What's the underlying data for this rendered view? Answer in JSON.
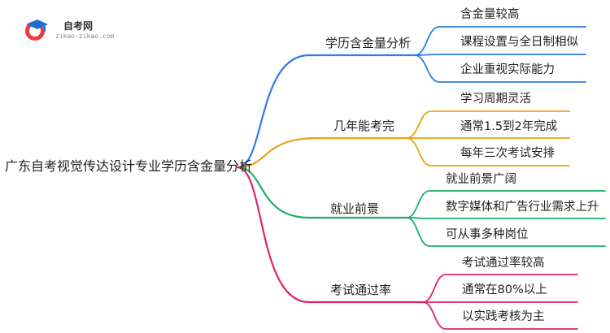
{
  "logo": {
    "title": "自考网",
    "subtitle": "zikao-zikao.com"
  },
  "mindmap": {
    "root": "广东自考视觉传达设计专业学历含金量分析",
    "branches": [
      {
        "label": "学历含金量分析",
        "color": "#2e7de0",
        "children": [
          "含金量较高",
          "课程设置与全日制相似",
          "企业重视实际能力"
        ]
      },
      {
        "label": "几年能考完",
        "color": "#e8a317",
        "children": [
          "学习周期灵活",
          "通常1.5到2年完成",
          "每年三次考试安排"
        ]
      },
      {
        "label": "就业前景",
        "color": "#1aae6a",
        "children": [
          "就业前景广阔",
          "数字媒体和广告行业需求上升",
          "可从事多种岗位"
        ]
      },
      {
        "label": "考试通过率",
        "color": "#e0246a",
        "children": [
          "考试通过率较高",
          "通常在80%以上",
          "以实践考核为主"
        ]
      }
    ]
  }
}
